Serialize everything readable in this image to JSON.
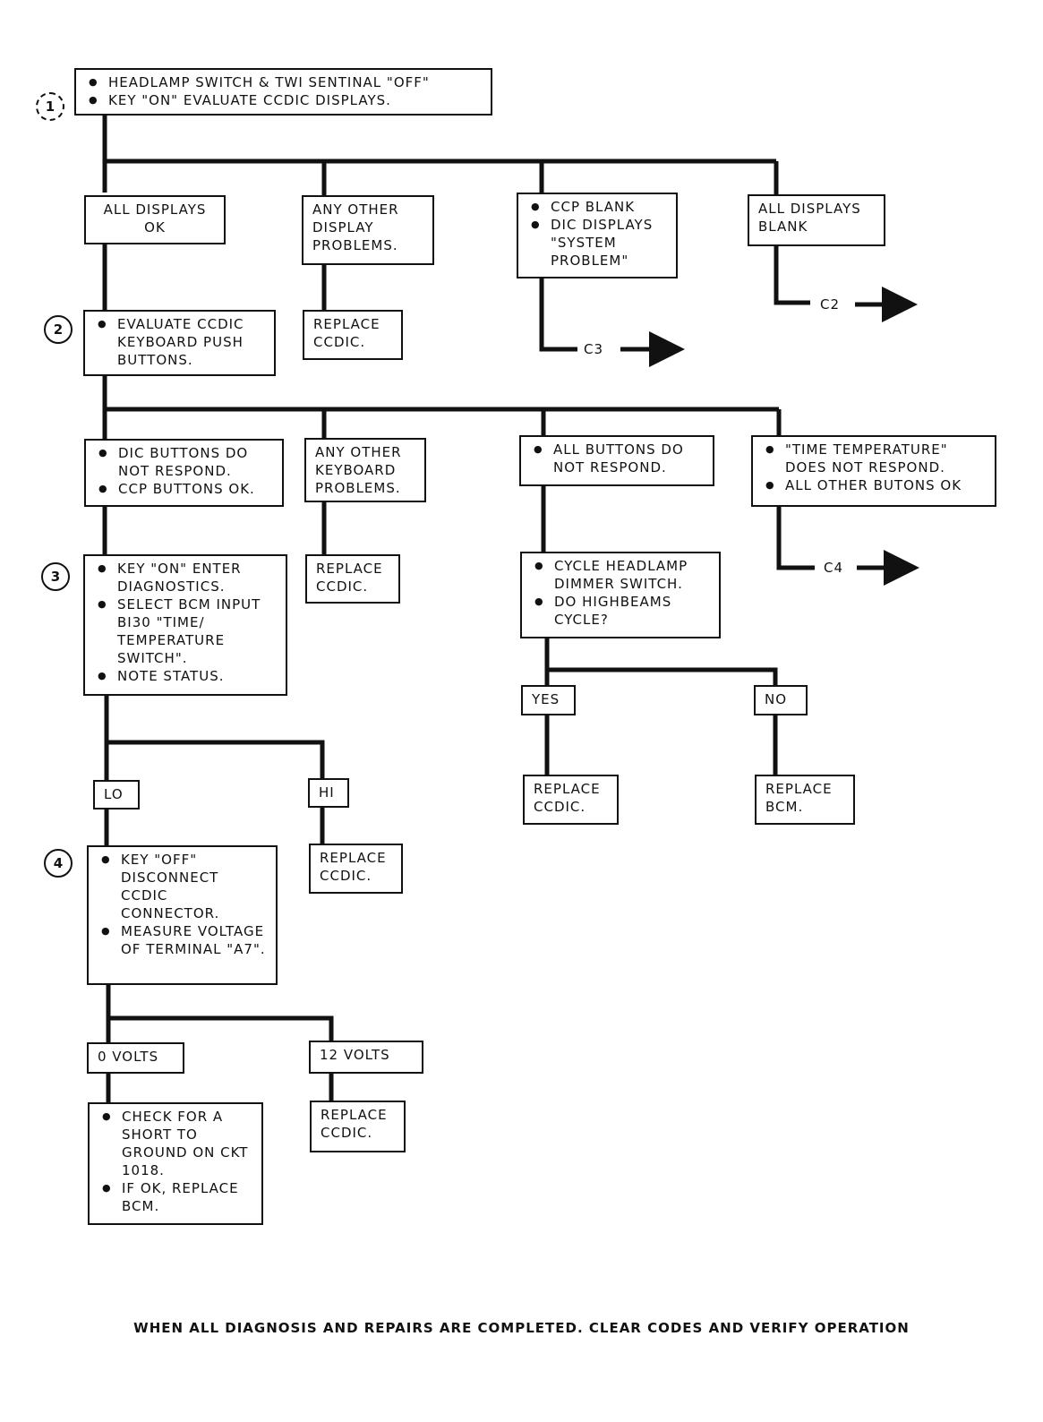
{
  "steps": [
    "1",
    "2",
    "3",
    "4"
  ],
  "boxes": {
    "b1": {
      "bullets": [
        "HEADLAMP SWITCH & TWI SENTINAL \"OFF\"",
        "KEY \"ON\"  EVALUATE CCDIC DISPLAYS."
      ]
    },
    "all_displays_ok": {
      "lines": [
        "ALL DISPLAYS",
        "OK"
      ]
    },
    "any_other_display": {
      "text": "ANY OTHER DISPLAY PROBLEMS."
    },
    "ccp_blank": {
      "bullets": [
        "CCP BLANK",
        "DIC DISPLAYS \"SYSTEM PROBLEM\""
      ]
    },
    "all_displays_blank": {
      "text": "ALL DISPLAYS BLANK"
    },
    "b2": {
      "bullets": [
        "EVALUATE CCDIC KEYBOARD PUSH BUTTONS."
      ]
    },
    "replace_1": {
      "text": "REPLACE CCDIC."
    },
    "dic_buttons": {
      "bullets": [
        "DIC BUTTONS DO NOT RESPOND.",
        "CCP BUTTONS OK."
      ]
    },
    "any_other_keyboard": {
      "text": "ANY OTHER KEYBOARD PROBLEMS."
    },
    "all_buttons": {
      "bullets": [
        "ALL BUTTONS DO NOT RESPOND."
      ]
    },
    "time_temp": {
      "bullets": [
        "\"TIME TEMPERATURE\" DOES NOT RESPOND.",
        "ALL OTHER BUTONS OK"
      ]
    },
    "b3": {
      "bullets": [
        "KEY \"ON\"  ENTER DIAGNOSTICS.",
        "SELECT BCM INPUT BI30 \"TIME/ TEMPERATURE SWITCH\".",
        "NOTE STATUS."
      ]
    },
    "replace_2": {
      "text": "REPLACE CCDIC."
    },
    "cycle_headlamp": {
      "bullets": [
        "CYCLE HEADLAMP DIMMER SWITCH.",
        "DO HIGHBEAMS CYCLE?"
      ]
    },
    "yes": {
      "text": "YES"
    },
    "no": {
      "text": "NO"
    },
    "replace_yes": {
      "text": "REPLACE CCDIC."
    },
    "replace_bcm": {
      "text": "REPLACE BCM."
    },
    "lo": {
      "text": "LO"
    },
    "hi": {
      "text": "HI"
    },
    "replace_hi": {
      "text": "REPLACE CCDIC."
    },
    "b4": {
      "bullets": [
        "KEY \"OFF\" DISCONNECT CCDIC CONNECTOR.",
        "MEASURE VOLTAGE OF TERMINAL \"A7\"."
      ]
    },
    "zero_volts": {
      "text": "0 VOLTS"
    },
    "twelve_volts": {
      "text": "12 VOLTS"
    },
    "check_short": {
      "bullets": [
        "CHECK FOR A SHORT TO GROUND ON CKT 1018.",
        "IF OK, REPLACE BCM."
      ]
    },
    "replace_12v": {
      "text": "REPLACE CCDIC."
    }
  },
  "refs": {
    "c2": "C2",
    "c3": "C3",
    "c4": "C4"
  },
  "footer": "WHEN ALL DIAGNOSIS AND REPAIRS ARE COMPLETED. CLEAR CODES AND VERIFY OPERATION"
}
